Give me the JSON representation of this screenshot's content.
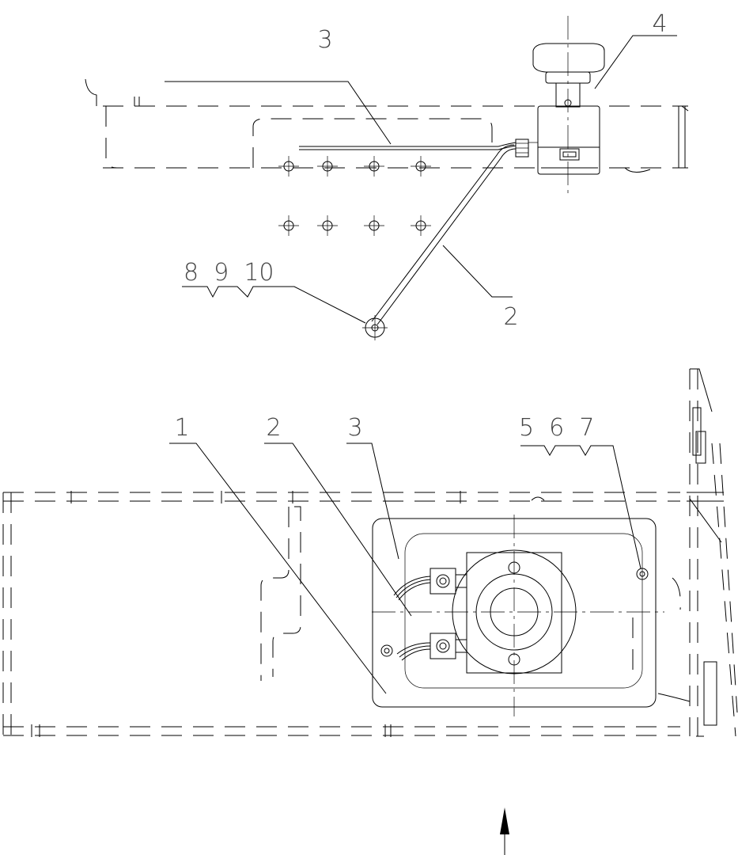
{
  "top_view": {
    "callouts": {
      "label_3": "3",
      "label_4": "4",
      "label_8_9_10": "8  9  10",
      "label_2": "2"
    }
  },
  "bottom_view": {
    "callouts": {
      "label_1": "1",
      "label_2": "2",
      "label_3": "3",
      "label_5_6_7": "5  6  7"
    }
  },
  "icons": {
    "direction_arrow": "arrow-up-icon"
  }
}
